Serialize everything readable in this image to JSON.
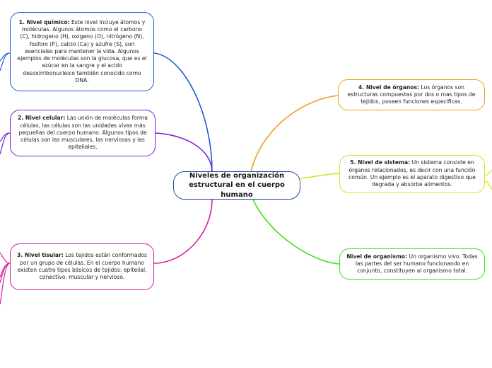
{
  "diagram": {
    "central": {
      "line1": "Niveles de organización",
      "line2": "estructural en el cuerpo humano",
      "color": "#1f4e9c"
    },
    "topics": [
      {
        "id": "quimico",
        "title": "1. Nivel químico:",
        "text": " Este nivel incluye átomos y moléculas. Algunos átomos como el carbono (C), hidrogeno (H), oxigeno (O), nitrógeno (N), fosforo (P), calcio (Ca) y azufre (S), son esenciales para mantener la vida. Algunos ejemplos de moléculas son la glucosa, que es el azúcar en la sangre y el acido desoxirribonucleico también conocido como DNA.",
        "color": "#1f5bd6"
      },
      {
        "id": "celular",
        "title": "2. Nivel celular:",
        "text": " Las unión de moléculas forma células, las células son las unidades vivas más pequeñas del cuerpo humano. Algunos tipos de células son las musculares, las nerviosas y las epiteliales.",
        "color": "#7a1fd6"
      },
      {
        "id": "tisular",
        "title": "3. Nivel tisular:",
        "text": " Los tejidos están conformados por un grupo de células. En el cuerpo humano existen cuatro tipos básicos de tejidos: epitelial, conectivo, muscular y nervioso.",
        "color": "#d61f9c"
      },
      {
        "id": "organos",
        "title": "4. Nivel de órganos:",
        "text": " Los órganos son estructuras compuestas por dos o mas tipos de tejidos, poseen funciones especificas.",
        "color": "#f0a020"
      },
      {
        "id": "sistema",
        "title": "5. Nivel de sistema:",
        "text": " Un sistema consiste en órganos relacionados, es decir con una función común. Un ejemplo es el aparato digestivo que degrada y absorbe alimentos.",
        "color": "#d8e020"
      },
      {
        "id": "organismo",
        "title": "Nivel de organismo:",
        "text": " Un organismo vivo. Todas las partes del ser humano funcionando en conjunto, constituyen al organismo total.",
        "color": "#3ee01c"
      }
    ]
  }
}
